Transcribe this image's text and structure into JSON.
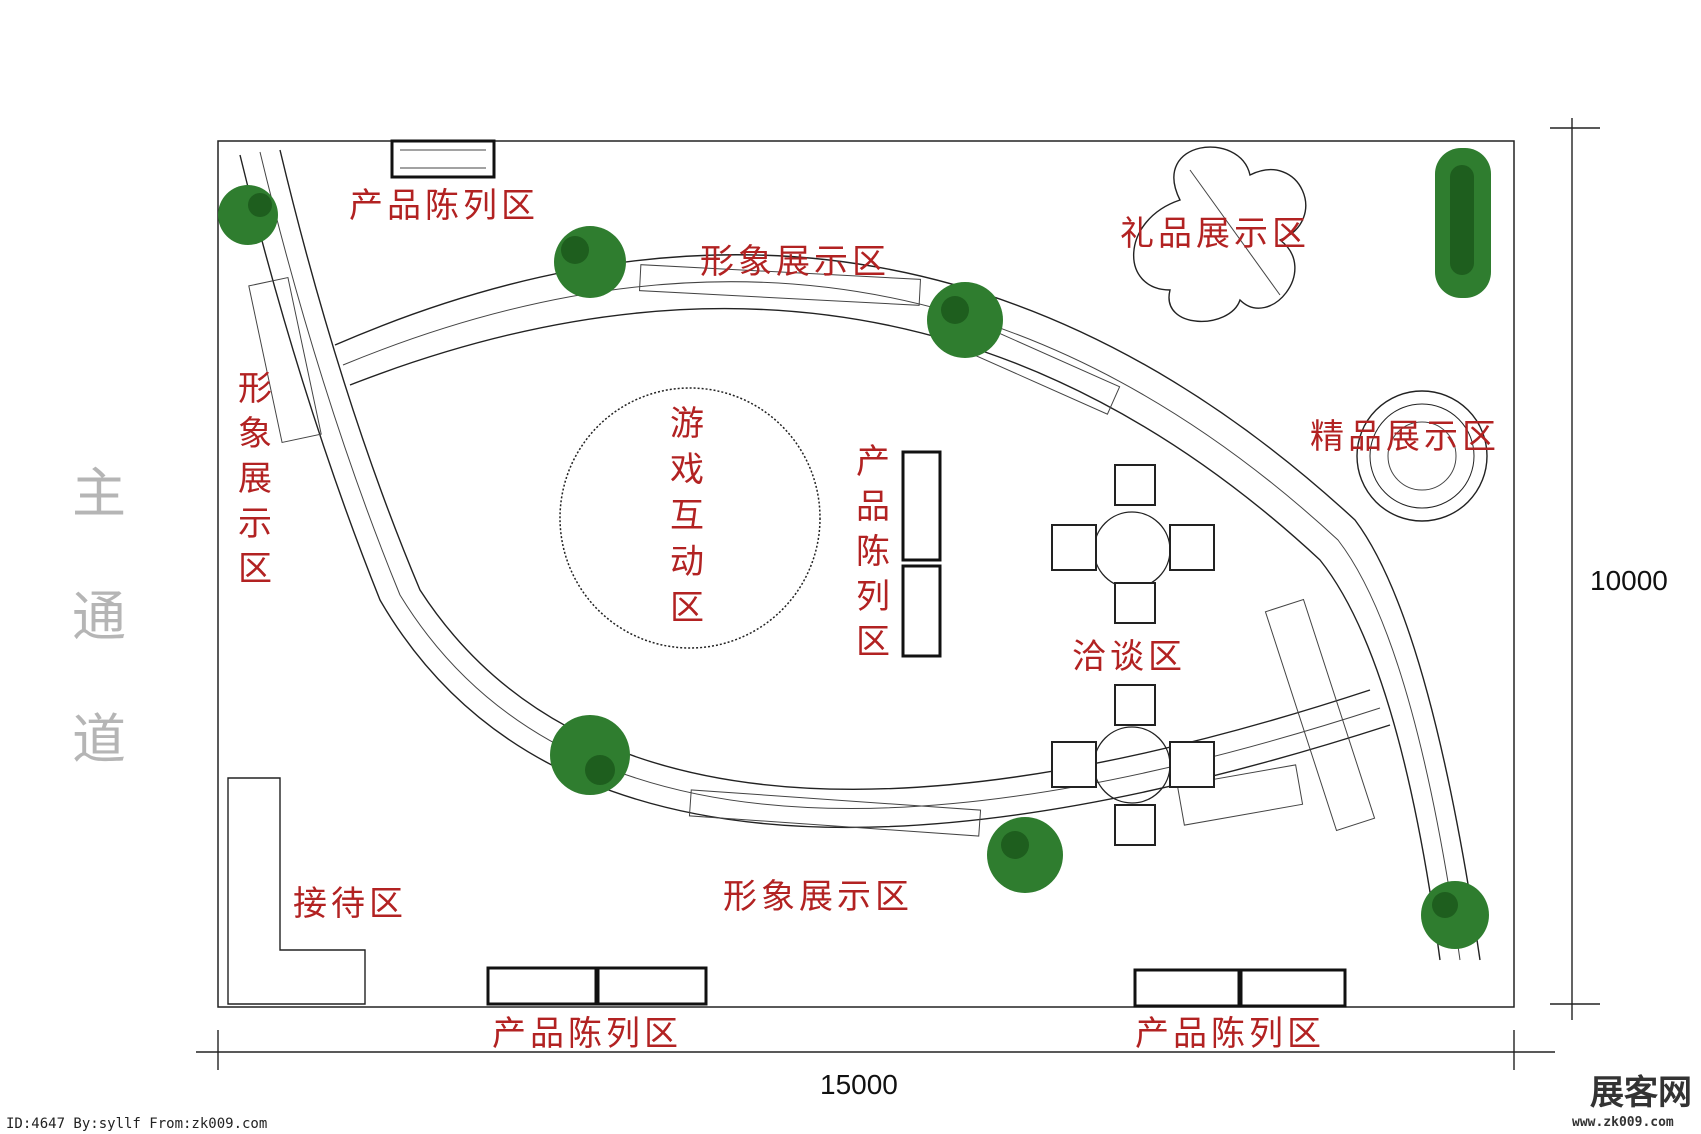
{
  "zones": {
    "product_top": "产品陈列区",
    "image_top": "形象展示区",
    "gift": "礼品展示区",
    "boutique": "精品展示区",
    "image_left": [
      "形",
      "象",
      "展",
      "示",
      "区"
    ],
    "game": [
      "游",
      "戏",
      "互",
      "动",
      "区"
    ],
    "product_center": [
      "产",
      "品",
      "陈",
      "列",
      "区"
    ],
    "negotiation": "洽谈区",
    "image_bottom": "形象展示区",
    "reception": "接待区",
    "product_bottom_left": "产品陈列区",
    "product_bottom_right": "产品陈列区"
  },
  "aisle": [
    "主",
    "通",
    "道"
  ],
  "dimensions": {
    "width": "15000",
    "height": "10000"
  },
  "footer": {
    "credit": "ID:4647 By:syllf From:zk009.com"
  },
  "watermark": {
    "logo_text": "展客网",
    "url": "www.zk009.com"
  },
  "colors": {
    "label": "#b22222",
    "aisle": "#b5b5b5",
    "plant": "#2f7d2f"
  }
}
